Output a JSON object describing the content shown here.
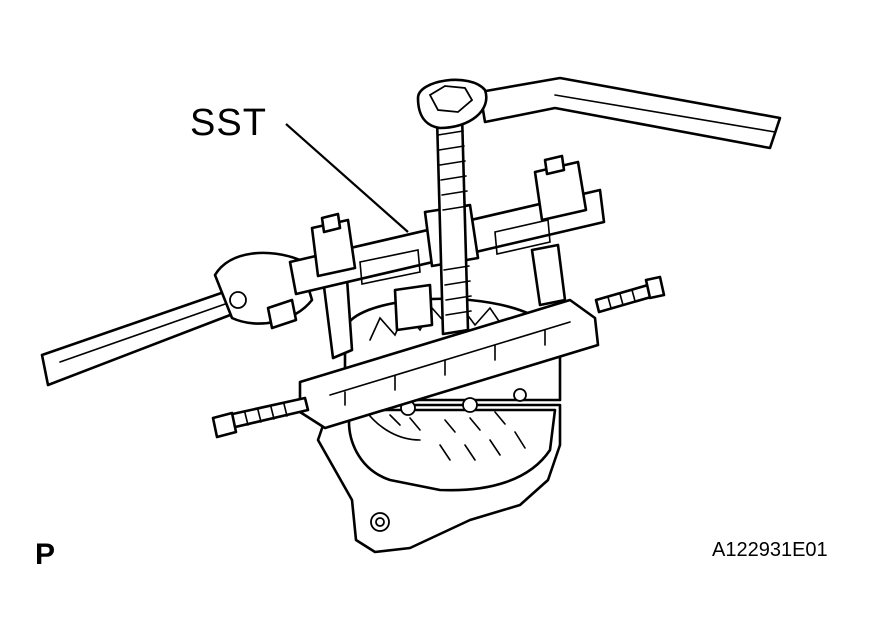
{
  "labels": {
    "tool": "SST",
    "view_marker": "P",
    "figure_code": "A122931E01"
  },
  "colors": {
    "ink": "#000000",
    "paper": "#ffffff"
  }
}
